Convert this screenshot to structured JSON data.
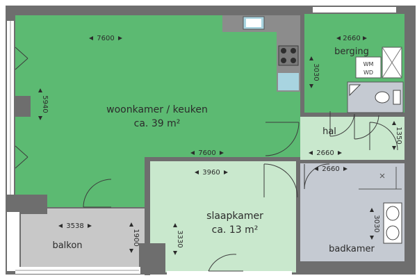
{
  "colors": {
    "wall": "#6e6e6e",
    "living": "#5cba72",
    "bedroom": "#c9e8cd",
    "storage": "#5cba72",
    "hall": "#c9e8cd",
    "bathroom": "#c5cad2",
    "balcony": "#c8c8c8",
    "kitchen_counter": "#8c8c8c",
    "sink": "#a8d4e0",
    "door_line": "#3c3c3c"
  },
  "rooms": {
    "living": {
      "name": "woonkamer / keuken",
      "area": "ca. 39 m²"
    },
    "bedroom": {
      "name": "slaapkamer",
      "area": "ca. 13 m²"
    },
    "storage": {
      "name": "berging"
    },
    "hall": {
      "name": "hal"
    },
    "bathroom": {
      "name": "badkamer"
    },
    "balcony": {
      "name": "balkon"
    }
  },
  "appliances": {
    "washer": "WM",
    "dryer": "WD"
  },
  "dimensions": {
    "living_top_width": "7600",
    "living_height": "5940",
    "living_bottom_width": "7600",
    "storage_width": "2660",
    "storage_height": "3030",
    "hall_width": "2660",
    "hall_height": "1350",
    "bedroom_width": "3960",
    "bedroom_height": "3330",
    "bathroom_width": "2660",
    "bathroom_height": "3030",
    "balcony_width": "3538",
    "balcony_height": "1900"
  }
}
